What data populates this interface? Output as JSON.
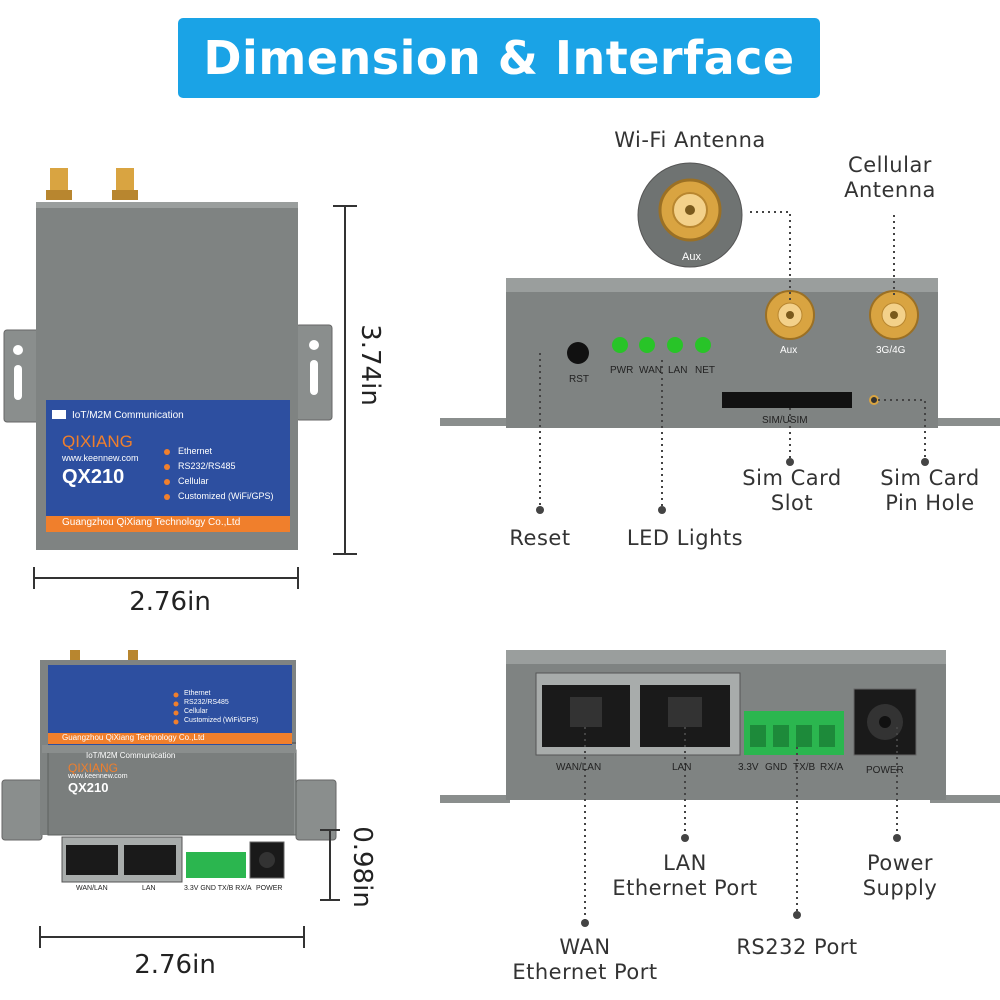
{
  "banner": {
    "title": "Dimension & Interface"
  },
  "dimensions": {
    "top_height": "3.74in",
    "top_width": "2.76in",
    "front_depth": "0.98in",
    "front_width": "2.76in"
  },
  "device_label": {
    "header": "IoT/M2M Communication",
    "brand": "QIXIANG",
    "website": "www.keennew.com",
    "model": "QX210",
    "features": [
      "Ethernet",
      "RS232/RS485",
      "Cellular",
      "Customized (WiFi/GPS)"
    ],
    "footer": "Guangzhou QiXiang Technology Co.,Ltd"
  },
  "back_panel": {
    "rst": "RST",
    "leds": [
      "PWR",
      "WAN",
      "LAN",
      "NET"
    ],
    "aux": "Aux",
    "cellular": "3G/4G",
    "sim": "SIM/USIM",
    "zoom_aux": "Aux"
  },
  "front_panel": {
    "wan_lan": "WAN/LAN",
    "lan": "LAN",
    "terminal": [
      "3.3V",
      "GND",
      "TX/B",
      "RX/A"
    ],
    "power": "POWER"
  },
  "callouts": {
    "wifi_antenna": "Wi-Fi Antenna",
    "cellular_antenna_1": "Cellular",
    "cellular_antenna_2": "Antenna",
    "sim_slot_1": "Sim Card",
    "sim_slot_2": "Slot",
    "sim_pin_1": "Sim Card",
    "sim_pin_2": "Pin Hole",
    "reset": "Reset",
    "led_lights": "LED Lights",
    "lan_port_1": "LAN",
    "lan_port_2": "Ethernet Port",
    "power_supply_1": "Power",
    "power_supply_2": "Supply",
    "wan_port_1": "WAN",
    "wan_port_2": "Ethernet Port",
    "rs232_port": "RS232 Port"
  },
  "colors": {
    "banner": "#1aa3e6",
    "case": "#7f8382",
    "label_blue": "#2d4fa0",
    "label_orange": "#f07f2c",
    "led_green": "#28c428",
    "terminal_green": "#2bb64f",
    "antenna_gold": "#d9a441"
  }
}
